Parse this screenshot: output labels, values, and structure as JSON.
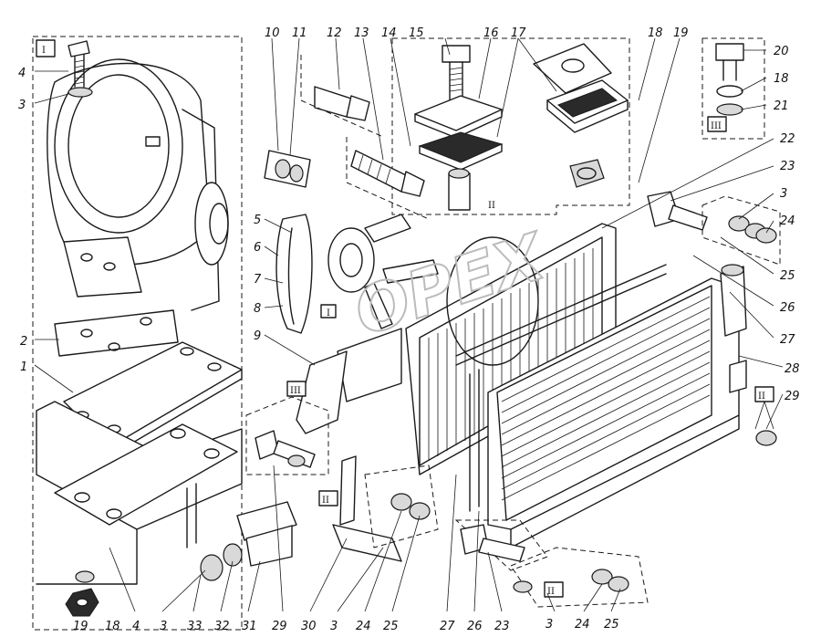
{
  "watermark": "OPEX",
  "numbers": [
    "1",
    "2",
    "3",
    "4",
    "5",
    "6",
    "7",
    "8",
    "9",
    "10",
    "11",
    "12",
    "13",
    "14",
    "15",
    "16",
    "17",
    "18",
    "19",
    "20",
    "21",
    "22",
    "23",
    "24",
    "25",
    "26",
    "27",
    "28",
    "29",
    "30",
    "31",
    "32",
    "33"
  ],
  "roman": {
    "one": "I",
    "two": "II",
    "three": "III"
  }
}
